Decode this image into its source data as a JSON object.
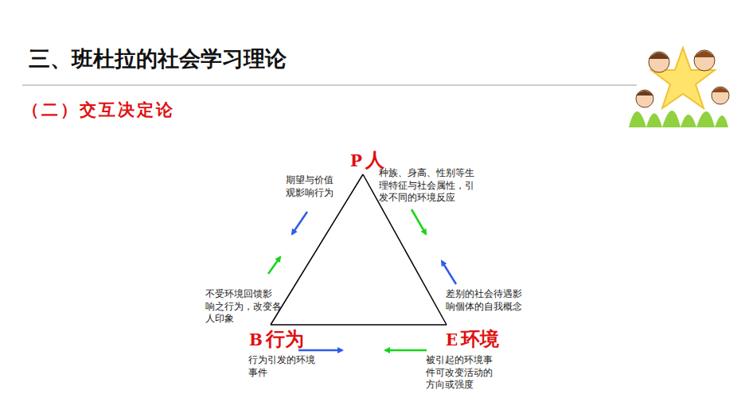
{
  "diagram": {
    "title": "三、班杜拉的社会学习理论",
    "nodes": [
      {
        "text": [
          "P",
          "人"
        ]
      },
      {
        "text": [
          "B",
          "行为"
        ]
      },
      {
        "text": [
          "E",
          "环境"
        ]
      }
    ],
    "edges": [
      {
        "from": 0,
        "to": 1,
        "arrow": "none"
      },
      {
        "from": 0,
        "to": 2,
        "arrow": "none"
      },
      {
        "from": 1,
        "to": 2,
        "arrow": "none"
      }
    ],
    "labels": [
      "（二）交互决定论",
      "期望与价值 观影响行为",
      "种族、身高、性别等生 理特征与社会属性，引 发不同的环境反应",
      "不受环境回馈影 响之行为，改变各 人印象",
      "差别的社会待遇影 响個体的自我概念",
      "行为引发的环境 事件",
      "被引起的环境事 件可改变活动的 方向或强度"
    ]
  }
}
